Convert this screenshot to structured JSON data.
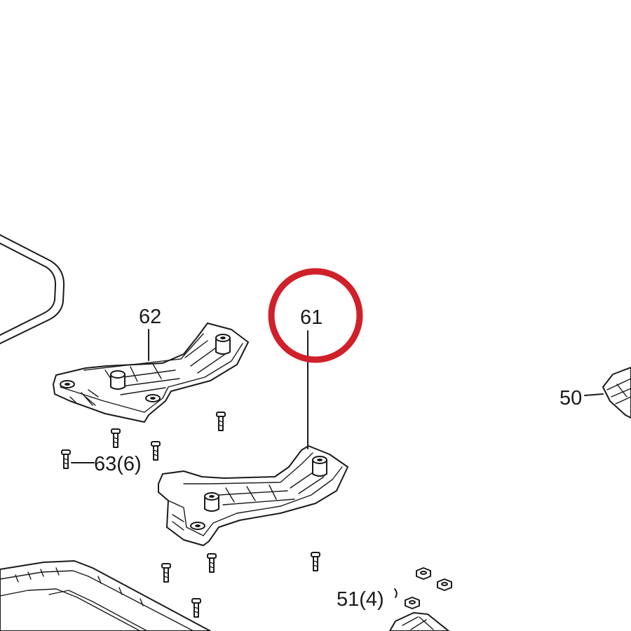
{
  "diagram": {
    "callouts": {
      "part_61": "61",
      "part_62": "62",
      "part_63": "63(6)",
      "part_50": "50",
      "part_51": "51(4)"
    },
    "highlight": {
      "target": "part_61",
      "color": "#d0202a"
    }
  }
}
